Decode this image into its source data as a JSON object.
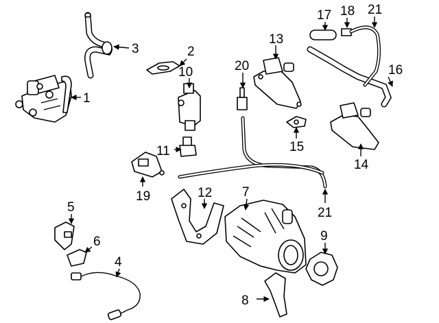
{
  "callouts": {
    "c1": "1",
    "c2": "2",
    "c3": "3",
    "c4": "4",
    "c5": "5",
    "c6": "6",
    "c7": "7",
    "c8": "8",
    "c9": "9",
    "c10": "10",
    "c11": "11",
    "c12": "12",
    "c13": "13",
    "c14": "14",
    "c15": "15",
    "c16": "16",
    "c17": "17",
    "c18": "18",
    "c19": "19",
    "c20": "20",
    "c21a": "21",
    "c21b": "21"
  }
}
